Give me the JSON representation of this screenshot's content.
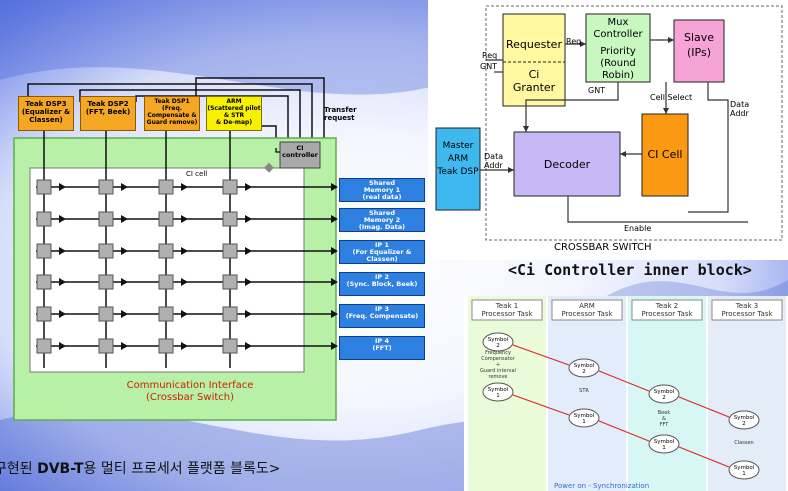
{
  "crossbar_diagram": {
    "dsps": [
      {
        "title": "Teak DSP3",
        "sub": "(Equalizer &\nClassen)"
      },
      {
        "title": "Teak DSP2",
        "sub": "(FFT, Beek)"
      },
      {
        "title": "Teak DSP1",
        "sub": "(Freq.\nCompensate &\nGuard remove)"
      },
      {
        "title": "ARM",
        "sub": "(Scattered pilot\n& STR\n& De-map)"
      }
    ],
    "transfer_request": "Transfer\nrequest",
    "ci_controller": "CI\ncontroller",
    "ci_cell": "CI cell",
    "targets": [
      {
        "title": "Shared\nMemory 1",
        "sub": "(real data)"
      },
      {
        "title": "Shared\nMemory 2",
        "sub": "(Imag. Data)"
      },
      {
        "title": "IP 1",
        "sub": "(For Equalizer &\nClassen)"
      },
      {
        "title": "IP 2",
        "sub": "(Sync. Block, Beek)"
      },
      {
        "title": "IP 3",
        "sub": "(Freq. Compensate)"
      },
      {
        "title": "IP 4",
        "sub": "(FFT)"
      }
    ],
    "interface_label": "Communication Interface\n(Crossbar Switch)"
  },
  "ci_inner_block": {
    "requester": "Requester",
    "req1": "Req",
    "req2": "Req",
    "gnt1": "GNT",
    "gnt2": "GNT",
    "ci_granter": "Ci\nGranter",
    "mux": "Mux\nController",
    "priority": "Priority\n(Round Robin)",
    "slave": "Slave\n(IPs)",
    "master": "Master\nARM\nTeak DSP",
    "data_addr_left": "Data\nAddr",
    "decoder": "Decoder",
    "ci_cell": "CI Cell",
    "cell_select": "Cell Select",
    "data_addr_right": "Data\nAddr",
    "enable": "Enable",
    "switch_label": "CROSSBAR SWITCH"
  },
  "caption_right": "<Ci Controller inner block>",
  "caption_bottom": {
    "prefix": "구현된 ",
    "bold": "DVB-T",
    "suffix": "용 멀티 프로세서 플랫폼 블록도>"
  },
  "task_diagram": {
    "columns": [
      "Teak 1\nProcessor Task",
      "ARM\nProcessor Task",
      "Teak 2\nProcessor Task",
      "Teak 3\nProcessor Task"
    ],
    "column_colors": [
      "#eafbd9",
      "#e3ecfa",
      "#d7f7f4",
      "#e4ecf8"
    ],
    "symbols": [
      {
        "label": "Symbol\n2",
        "col": 0,
        "row": 0
      },
      {
        "label": "Symbol\n1",
        "col": 0,
        "row": 1
      },
      {
        "label": "Symbol\n2",
        "col": 1,
        "row": 0
      },
      {
        "label": "Symbol\n1",
        "col": 1,
        "row": 1
      },
      {
        "label": "Symbol\n2",
        "col": 2,
        "row": 0
      },
      {
        "label": "Symbol\n1",
        "col": 2,
        "row": 1
      },
      {
        "label": "Symbol\n2",
        "col": 3,
        "row": 0
      },
      {
        "label": "Symbol\n1",
        "col": 3,
        "row": 1
      }
    ],
    "task_labels": [
      "Frequency\nCompensator\n+\nGuard interval\nremove",
      "STR",
      "Beek\n&\nFFT",
      "Classen"
    ],
    "footer": "Power on - Synchronization"
  }
}
